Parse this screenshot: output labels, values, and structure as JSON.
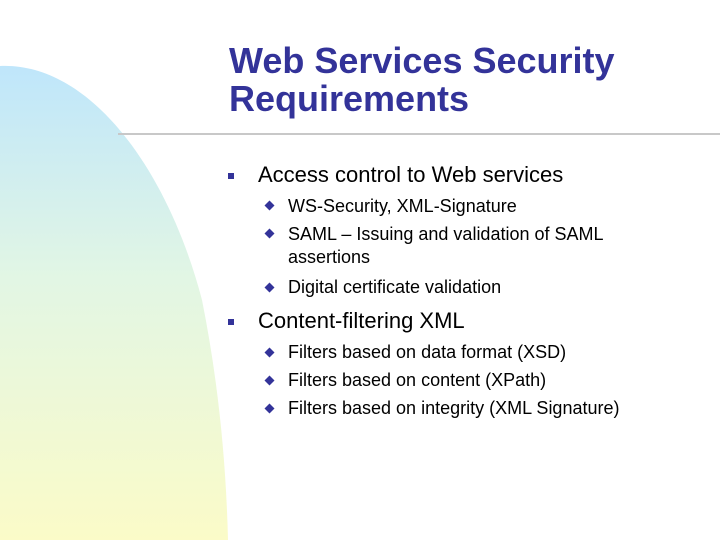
{
  "slide": {
    "title_line1": "Web Services Security",
    "title_line2": "Requirements",
    "colors": {
      "title": "#333399",
      "bullet": "#333399",
      "text": "#000000"
    },
    "bullet_icons": {
      "level1": "square-bullet-icon",
      "level2": "diamond-bullet-icon"
    },
    "points": [
      {
        "text": "Access control to Web services",
        "subpoints": [
          {
            "lines": [
              "WS-Security, XML-Signature"
            ]
          },
          {
            "lines": [
              "SAML – Issuing and validation of SAML",
              "assertions"
            ]
          },
          {
            "lines": [
              "Digital certificate validation"
            ]
          }
        ]
      },
      {
        "text": "Content-filtering XML",
        "subpoints": [
          {
            "lines": [
              "Filters based on data format (XSD)"
            ]
          },
          {
            "lines": [
              "Filters based on content (XPath)"
            ]
          },
          {
            "lines": [
              "Filters based on integrity (XML Signature)"
            ]
          }
        ]
      }
    ]
  }
}
